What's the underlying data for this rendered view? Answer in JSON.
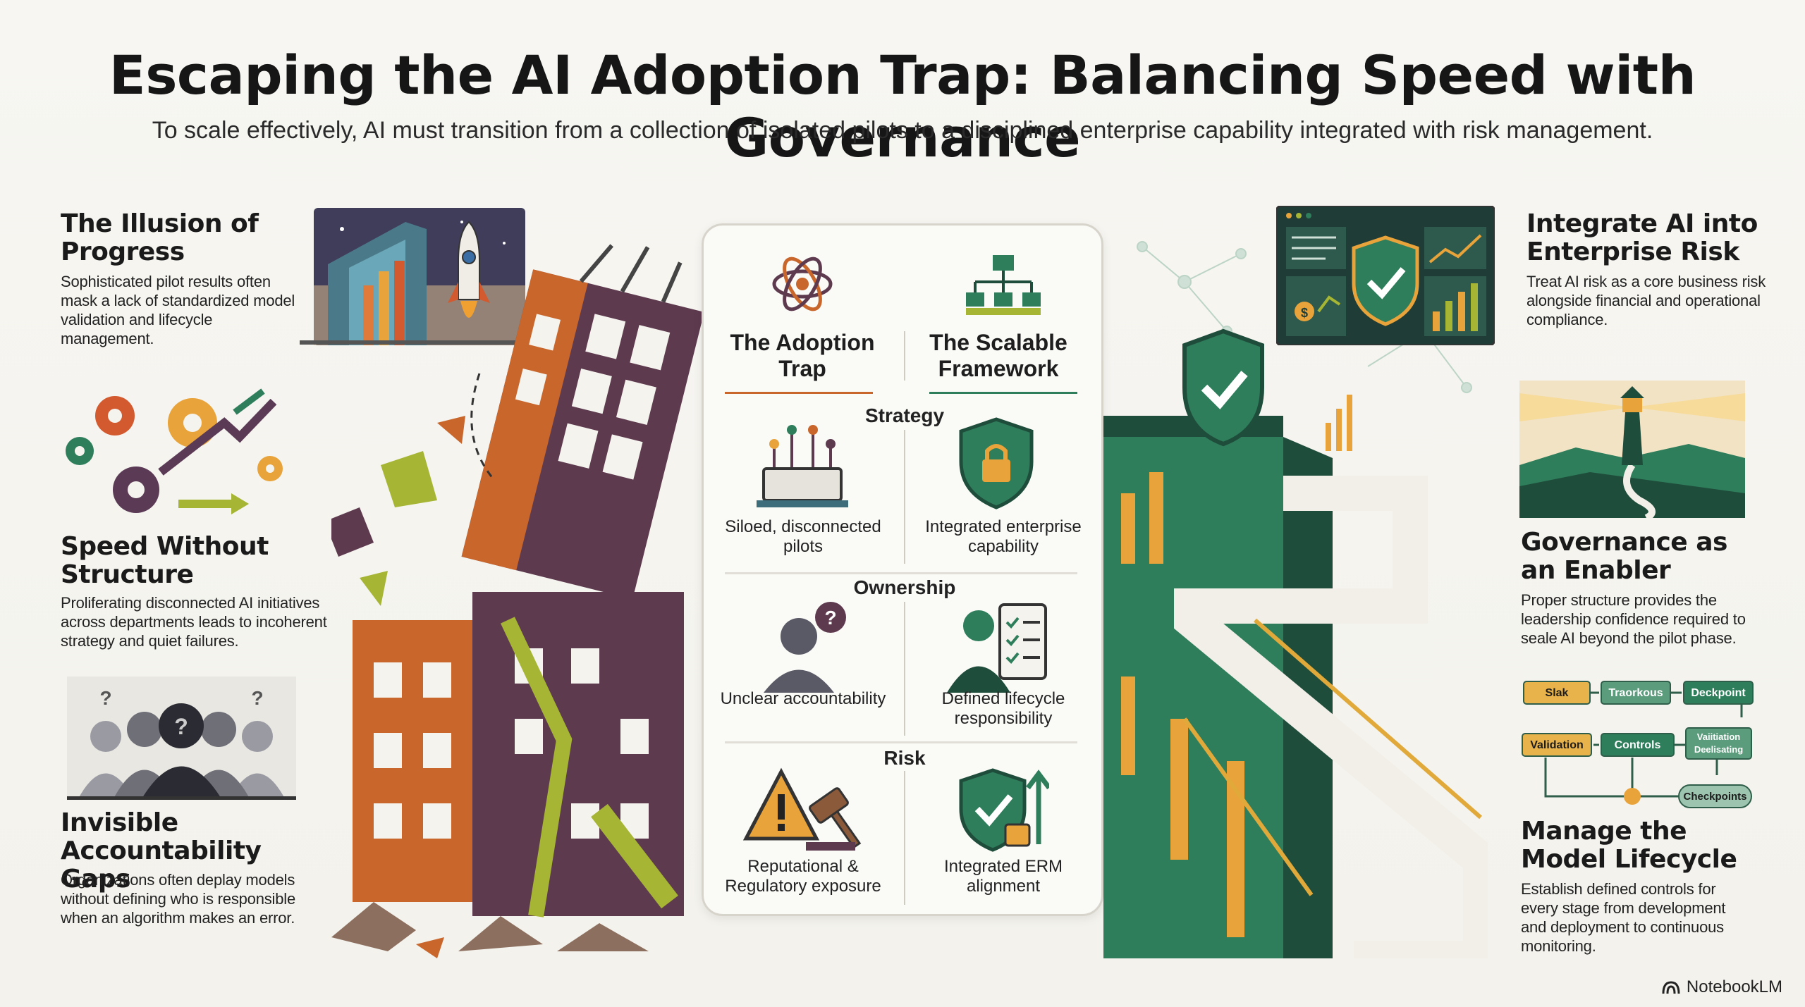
{
  "header": {
    "title": "Escaping the AI Adoption Trap: Balancing Speed with Governance",
    "subtitle": "To scale effectively, AI must transition from a collection of isolated pilots to a disciplined enterprise capability integrated with risk management."
  },
  "left": {
    "illusion": {
      "heading": "The Illusion of Progress",
      "body": "Sophisticated pilot results often mask a lack of standardized model validation and lifecycle management."
    },
    "speed": {
      "heading": "Speed Without Structure",
      "body": "Proliferating disconnected AI initiatives across departments leads to incoherent strategy and quiet failures."
    },
    "accountability": {
      "heading": "Invisible Accountability Gaps",
      "body": "Organizations often deplay models without defining who is responsible when an algorithm makes an error."
    }
  },
  "center": {
    "col_left": "The Adoption Trap",
    "col_right": "The Scalable Framework",
    "rows": [
      {
        "label": "Strategy",
        "left": "Siloed, disconnected pilots",
        "right": "Integrated enterprise capability"
      },
      {
        "label": "Ownership",
        "left": "Unclear accountability",
        "right": "Defined lifecycle responsibility"
      },
      {
        "label": "Risk",
        "left": "Reputational & Regulatory exposure",
        "right": "Integrated ERM alignment"
      }
    ]
  },
  "right": {
    "integrate": {
      "heading": "Integrate AI into Enterprise Risk",
      "body": "Treat AI risk as a core business risk alongside financial and operational compliance."
    },
    "governance": {
      "heading": "Governance as an Enabler",
      "body": "Proper structure provides the leadership confidence required to seale AI beyond the pilot phase."
    },
    "lifecycle": {
      "heading": "Manage the Model Lifecycle",
      "body": "Establish defined controls for every stage from development and deployment to continuous monitoring.",
      "diagram": {
        "slak": "Slak",
        "traorkous": "Traorkous",
        "deckpoint": "Deckpoint",
        "validation": "Validation",
        "controls": "Controls",
        "validation_deelisating": "Vaiitiation Deelisating",
        "checkpoints": "Checkpoints"
      }
    }
  },
  "footer": {
    "brand": "NotebookLM"
  },
  "colors": {
    "trap_orange": "#c8662c",
    "trap_purple": "#5e3a4f",
    "trap_lime": "#a6b534",
    "framework_green": "#2e7d5b",
    "framework_dark": "#1f4d3c",
    "gold": "#e0a93a"
  }
}
